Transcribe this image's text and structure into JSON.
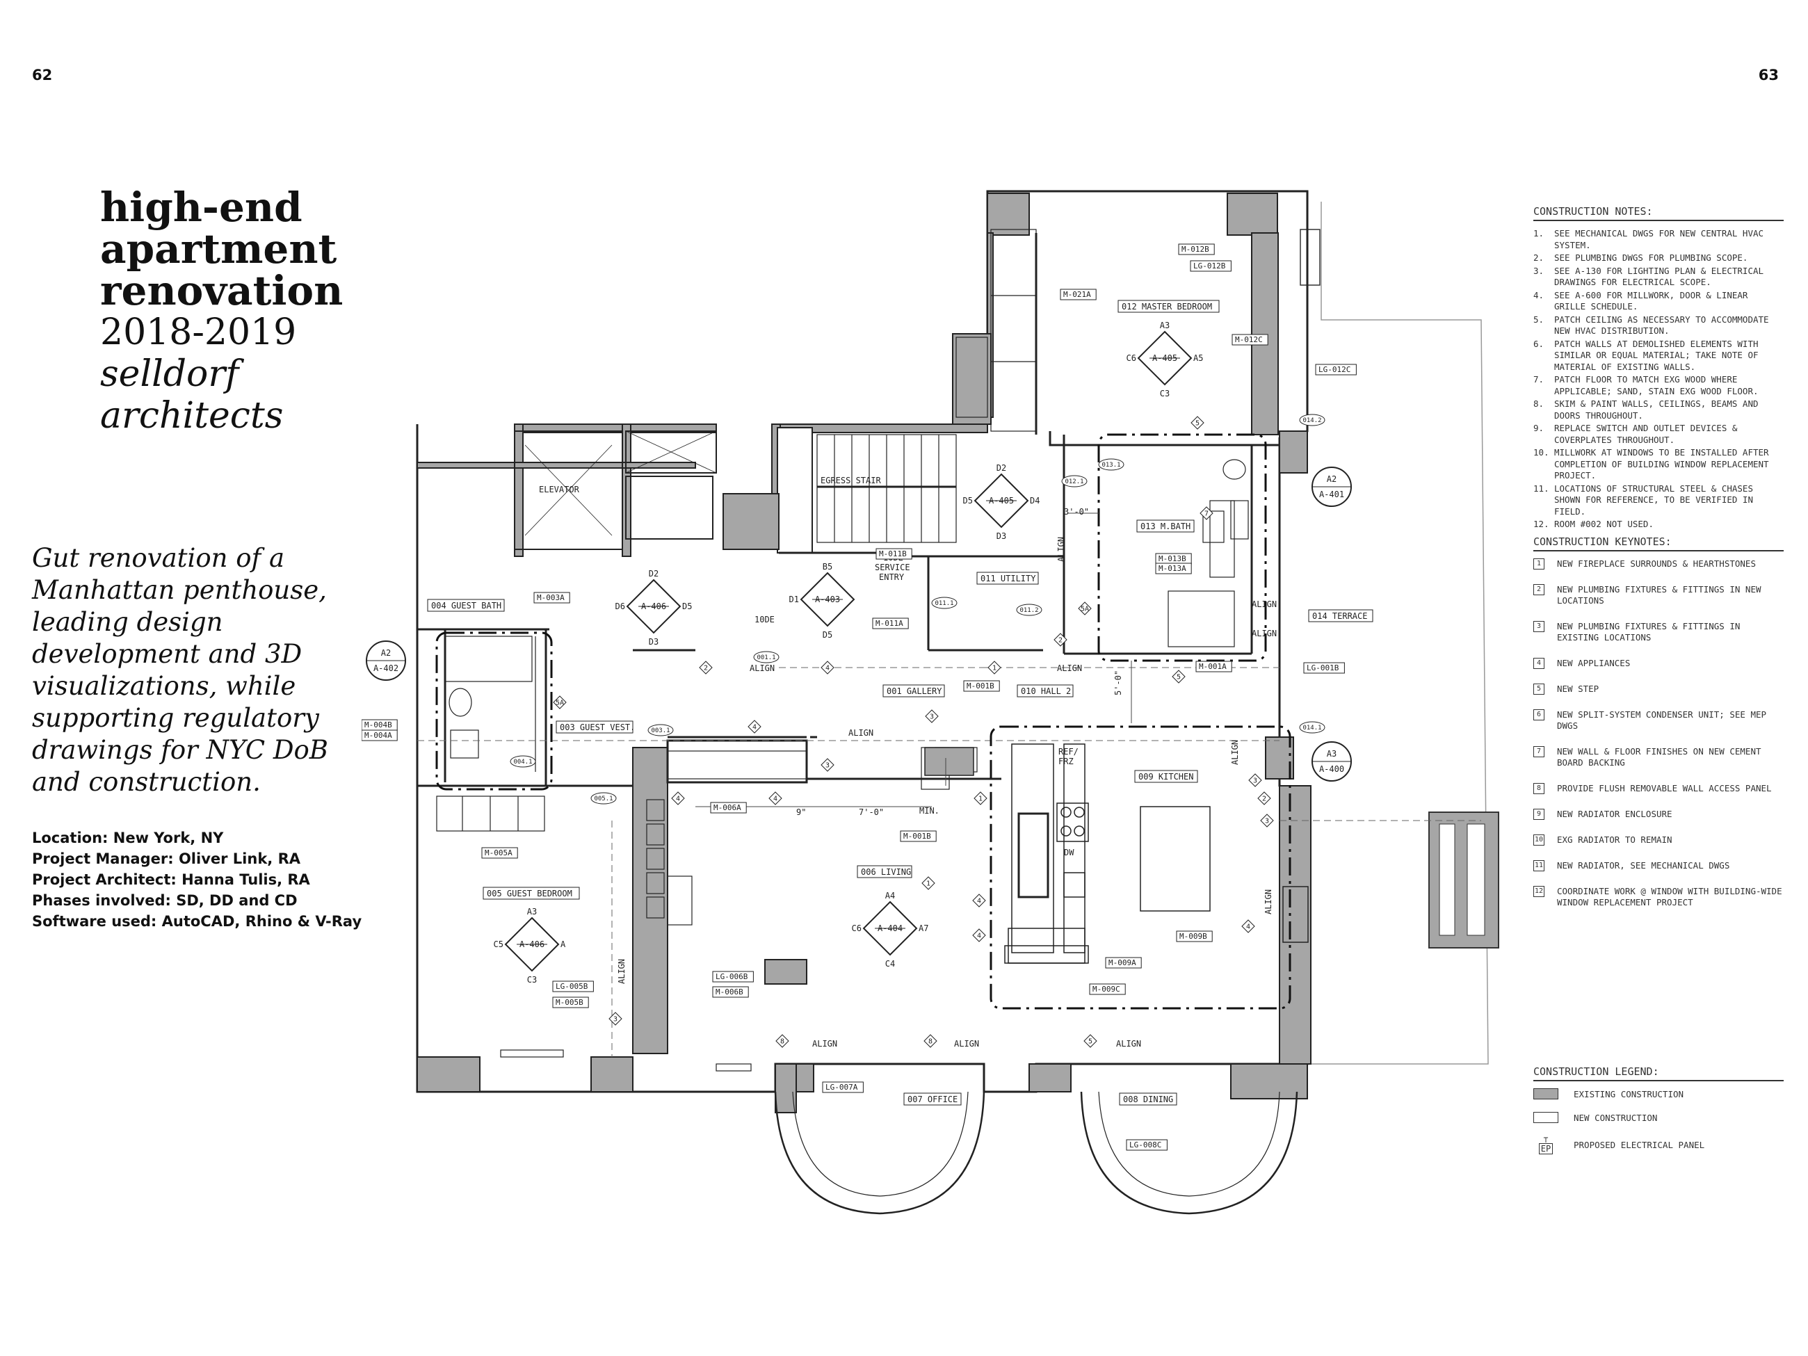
{
  "page_numbers": {
    "left": "62",
    "right": "63"
  },
  "title": {
    "line1": "high-end",
    "line2": "apartment",
    "line3": "renovation",
    "years": "2018-2019",
    "firm1": "selldorf",
    "firm2": "architects"
  },
  "description": "Gut renovation of a Manhattan penthouse, leading design development and 3D visualizations, while supporting regulatory drawings for NYC DoB and construction.",
  "details": [
    "Location: New York, NY",
    "Project Manager: Oliver Link, RA",
    "Project Architect: Hanna Tulis, RA",
    "Phases involved: SD, DD and CD",
    "Software used: AutoCAD, Rhino & V-Ray"
  ],
  "colors": {
    "existing": "#a6a6a6",
    "line": "#222222",
    "text": "#111111"
  },
  "plan_labels": {
    "elevator": "ELEVATOR",
    "egress_stair": "EGRESS STAIR",
    "service_entry": [
      "10DE",
      "SERVICE",
      "ENTRY"
    ],
    "rooms": [
      "001 GALLERY",
      "003 GUEST VEST.",
      "004 GUEST BATH",
      "005 GUEST BEDROOM",
      "006 LIVING",
      "007 OFFICE",
      "008 DINING",
      "009 KITCHEN",
      "010 HALL 2",
      "011 UTILITY",
      "012 MASTER BEDROOM",
      "013 M.BATH",
      "014 TERRACE"
    ],
    "tags": [
      "M-021A",
      "M-012B",
      "LG-012B",
      "M-012C",
      "LG-012C",
      "M-003A",
      "M-011B",
      "M-011A",
      "M-004B",
      "M-004A",
      "M-005A",
      "M-006A",
      "M-001B",
      "M-001B",
      "M-001A",
      "LG-001B",
      "M-013B",
      "M-013A",
      "LG-005B",
      "M-005B",
      "LG-006B",
      "M-006B",
      "M-009A",
      "M-009B",
      "M-009C",
      "LG-007A",
      "LG-008C"
    ],
    "elev_tags": [
      {
        "c": "A-402",
        "t": "A2"
      },
      {
        "c": "A-401",
        "t": "A2"
      },
      {
        "c": "A-400",
        "t": "A3"
      }
    ],
    "sec_markers": [
      {
        "c": "A-406",
        "t": "D2",
        "b": "D3",
        "l": "D6",
        "r": "D5"
      },
      {
        "c": "A-403",
        "t": "B5",
        "b": "D5",
        "l": "D1",
        "r": ""
      },
      {
        "c": "A-405",
        "t": "D2",
        "b": "D3",
        "l": "D5",
        "r": "D4"
      },
      {
        "c": "A-405",
        "t": "A3",
        "b": "C3",
        "l": "C6",
        "r": "A5"
      },
      {
        "c": "A-404",
        "t": "A4",
        "b": "C4",
        "l": "C6",
        "r": "A7"
      },
      {
        "c": "A-406",
        "t": "A3",
        "b": "C3",
        "l": "C5",
        "r": "A"
      }
    ],
    "align": "ALIGN",
    "dims": [
      "3'-0\"",
      "5'-0\"",
      "7'-0\"",
      "9\"",
      "MIN."
    ],
    "kitchen": [
      "REF/",
      "FRZ",
      "DW"
    ],
    "door_tags": [
      "012.1",
      "013.1",
      "014.2",
      "014.1",
      "011.1",
      "011.2",
      "001.1",
      "003.1",
      "004.1",
      "005.1"
    ],
    "door_label": "10DE"
  },
  "construction_notes": {
    "heading": "CONSTRUCTION NOTES:",
    "items": [
      {
        "n": "1.",
        "t": "SEE MECHANICAL DWGS FOR NEW CENTRAL HVAC SYSTEM."
      },
      {
        "n": "2.",
        "t": "SEE PLUMBING DWGS FOR PLUMBING SCOPE."
      },
      {
        "n": "3.",
        "t": "SEE A-130 FOR LIGHTING PLAN & ELECTRICAL DRAWINGS FOR ELECTRICAL SCOPE."
      },
      {
        "n": "4.",
        "t": "SEE A-600 FOR MILLWORK, DOOR & LINEAR GRILLE SCHEDULE."
      },
      {
        "n": "5.",
        "t": "PATCH CEILING AS NECESSARY TO ACCOMMODATE NEW HVAC DISTRIBUTION."
      },
      {
        "n": "6.",
        "t": "PATCH WALLS AT DEMOLISHED ELEMENTS WITH SIMILAR OR EQUAL MATERIAL; TAKE NOTE OF MATERIAL OF EXISTING WALLS."
      },
      {
        "n": "7.",
        "t": "PATCH FLOOR TO MATCH EXG WOOD WHERE APPLICABLE; SAND, STAIN EXG WOOD FLOOR."
      },
      {
        "n": "8.",
        "t": "SKIM & PAINT WALLS, CEILINGS, BEAMS AND DOORS THROUGHOUT."
      },
      {
        "n": "9.",
        "t": "REPLACE SWITCH AND OUTLET DEVICES & COVERPLATES THROUGHOUT."
      },
      {
        "n": "10.",
        "t": "MILLWORK AT WINDOWS TO BE INSTALLED AFTER COMPLETION OF BUILDING WINDOW REPLACEMENT PROJECT."
      },
      {
        "n": "11.",
        "t": "LOCATIONS OF STRUCTURAL STEEL & CHASES SHOWN FOR REFERENCE, TO BE VERIFIED IN FIELD."
      },
      {
        "n": "12.",
        "t": "ROOM #002 NOT USED."
      }
    ]
  },
  "construction_keynotes": {
    "heading": "CONSTRUCTION KEYNOTES:",
    "items": [
      {
        "n": "1",
        "t": "NEW FIREPLACE SURROUNDS & HEARTHSTONES"
      },
      {
        "n": "2",
        "t": "NEW PLUMBING FIXTURES & FITTINGS IN NEW LOCATIONS"
      },
      {
        "n": "3",
        "t": "NEW PLUMBING FIXTURES & FITTINGS IN EXISTING LOCATIONS"
      },
      {
        "n": "4",
        "t": "NEW APPLIANCES"
      },
      {
        "n": "5",
        "t": "NEW STEP"
      },
      {
        "n": "6",
        "t": "NEW SPLIT-SYSTEM CONDENSER UNIT; SEE MEP DWGS"
      },
      {
        "n": "7",
        "t": "NEW WALL & FLOOR FINISHES ON NEW CEMENT BOARD BACKING"
      },
      {
        "n": "8",
        "t": "PROVIDE FLUSH REMOVABLE WALL ACCESS PANEL"
      },
      {
        "n": "9",
        "t": "NEW RADIATOR ENCLOSURE"
      },
      {
        "n": "10",
        "t": "EXG RADIATOR TO REMAIN"
      },
      {
        "n": "11",
        "t": "NEW RADIATOR, SEE MECHANICAL DWGS"
      },
      {
        "n": "12",
        "t": "COORDINATE WORK @ WINDOW WITH BUILDING-WIDE WINDOW REPLACEMENT PROJECT"
      }
    ]
  },
  "construction_legend": {
    "heading": "CONSTRUCTION LEGEND:",
    "items": [
      {
        "swatch": "existing",
        "t": "EXISTING CONSTRUCTION"
      },
      {
        "swatch": "new",
        "t": "NEW CONSTRUCTION"
      },
      {
        "swatch": "ep",
        "t": "PROPOSED ELECTRICAL PANEL",
        "sym": "EP"
      }
    ]
  }
}
